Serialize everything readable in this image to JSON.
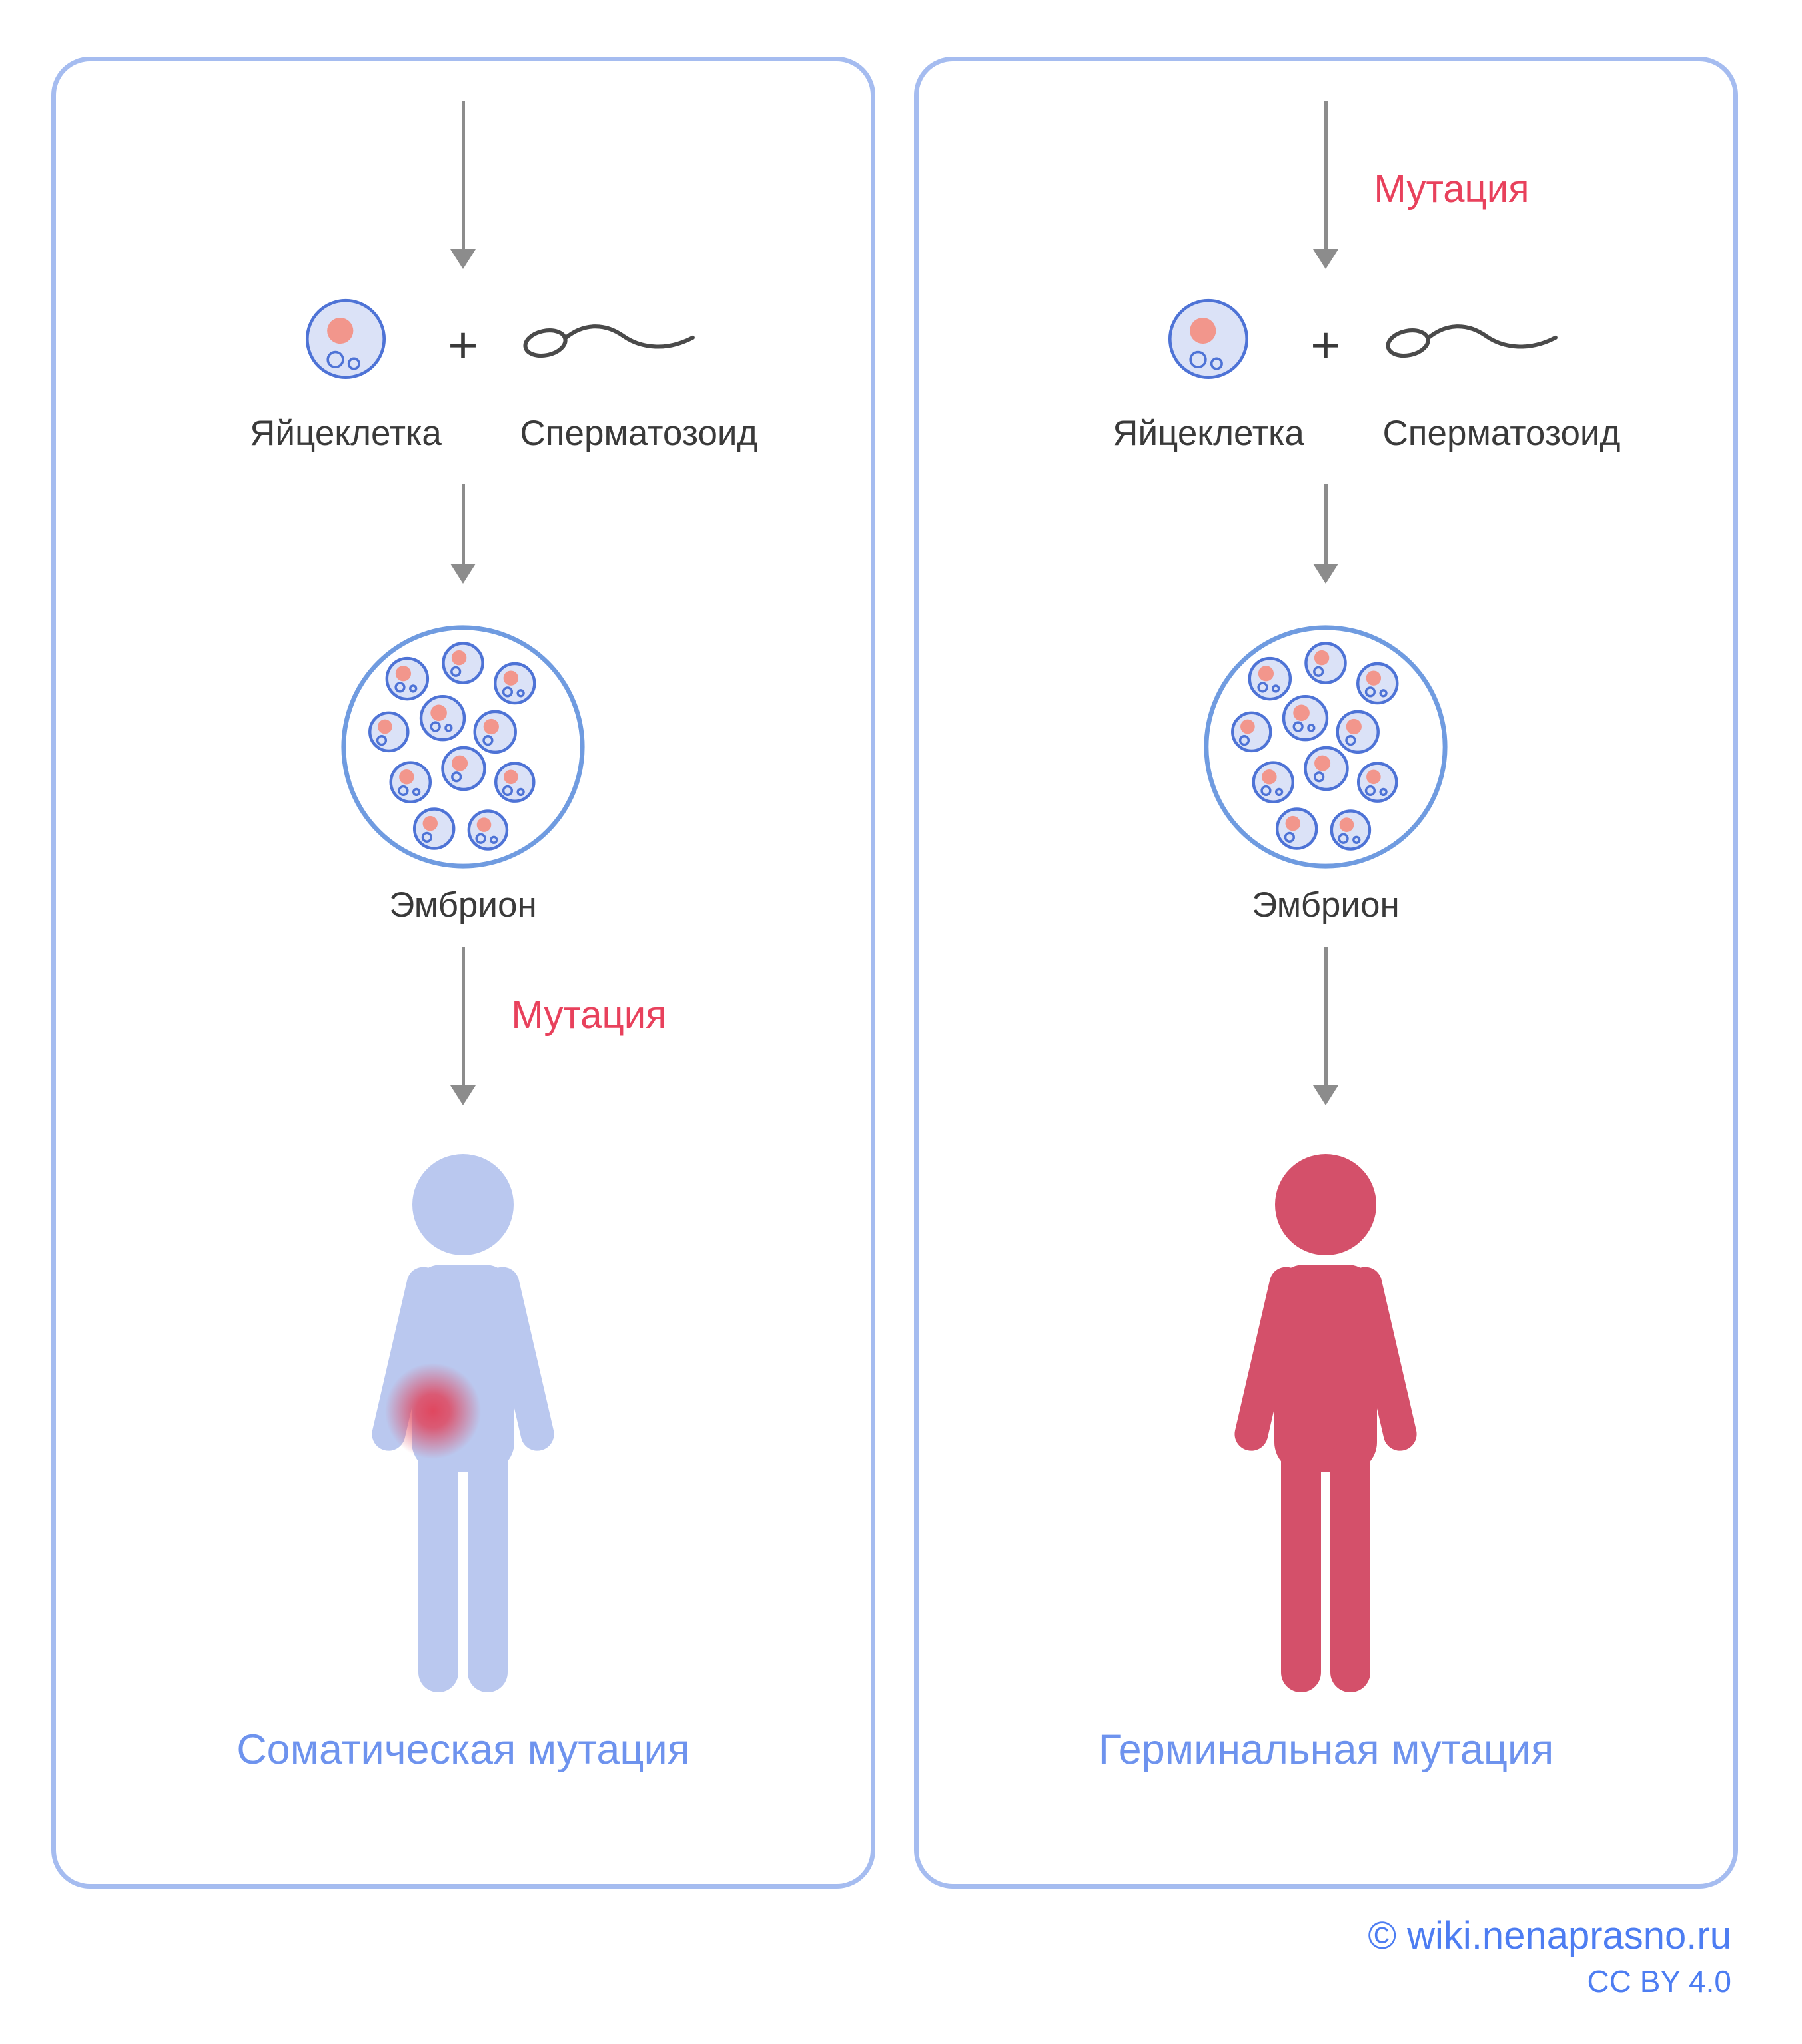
{
  "panels": {
    "left": {
      "egg_label": "Яйцеклетка",
      "plus_sign": "+",
      "sperm_label": "Сперматозоид",
      "embryo_label": "Эмбрион",
      "mutation_label": "Мутация",
      "caption": "Соматическая мутация"
    },
    "right": {
      "mutation_label": "Мутация",
      "egg_label": "Яйцеклетка",
      "plus_sign": "+",
      "sperm_label": "Сперматозоид",
      "embryo_label": "Эмбрион",
      "caption": "Герминальная мутация"
    }
  },
  "footer": {
    "attribution": "© wiki.nenaprasno.ru",
    "license": "CC BY 4.0"
  },
  "colors": {
    "panel_border": "#a5bcf0",
    "arrow": "#8c8c8c",
    "cell_fill": "#dbe2f7",
    "cell_stroke": "#4e73d6",
    "nucleus": "#f2968c",
    "embryo_ring": "#6f9be0",
    "mutation_red": "#e8415c",
    "person_blue": "#bac8ef",
    "person_red": "#d4506a",
    "caption_blue": "#6e93ee",
    "footer_blue": "#4d7df2"
  }
}
